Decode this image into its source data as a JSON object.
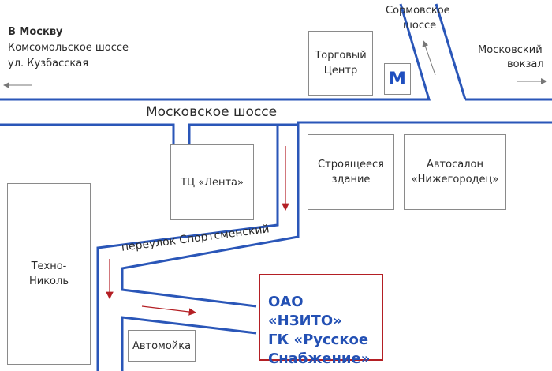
{
  "colors": {
    "road": "#2a56b8",
    "arrow": "#b41f24",
    "building_border": "#8a8a8a",
    "metro": "#1f4fbf",
    "target_border": "#b41f24",
    "target_text": "#2350b4"
  },
  "labels": {
    "to_moscow": "В Москву",
    "komsomolskoe": "Комсомольское шоссе",
    "kuzbasskaya": "ул. Кузбасская",
    "sormovskoe_1": "Сормовское",
    "sormovskoe_2": "шоссе",
    "moskovsky_vokzal_1": "Московский",
    "moskovsky_vokzal_2": "вокзал",
    "moskovskoe_shosse": "Московское шоссе",
    "pereulok": "переулок Спортсменский"
  },
  "buildings": {
    "torgovy_1": "Торговый",
    "torgovy_2": "Центр",
    "metro": "М",
    "lenta": "ТЦ «Лента»",
    "stroyashcheesya_1": "Строящееся",
    "stroyashcheesya_2": "здание",
    "avtosalon_1": "Автосалон",
    "avtosalon_2": "«Нижегородец»",
    "tekhnonikol_1": "Техно-",
    "tekhnonikol_2": "Николь",
    "avtomoyka": "Автомойка"
  },
  "target": {
    "line1": "ОАО «НЗИТО»",
    "line2": "ГК «Русское",
    "line3": "Снабжение»"
  }
}
